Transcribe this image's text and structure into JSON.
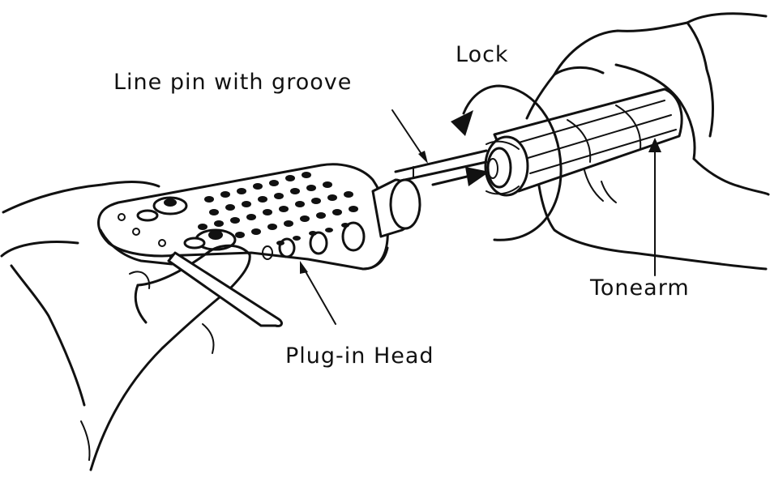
{
  "labels": {
    "lock": "Lock",
    "line_pin": "Line pin with groove",
    "tonearm": "Tonearm",
    "plug_in_head": "Plug-in Head"
  },
  "colors": {
    "ink": "#111111",
    "paper": "#ffffff"
  }
}
